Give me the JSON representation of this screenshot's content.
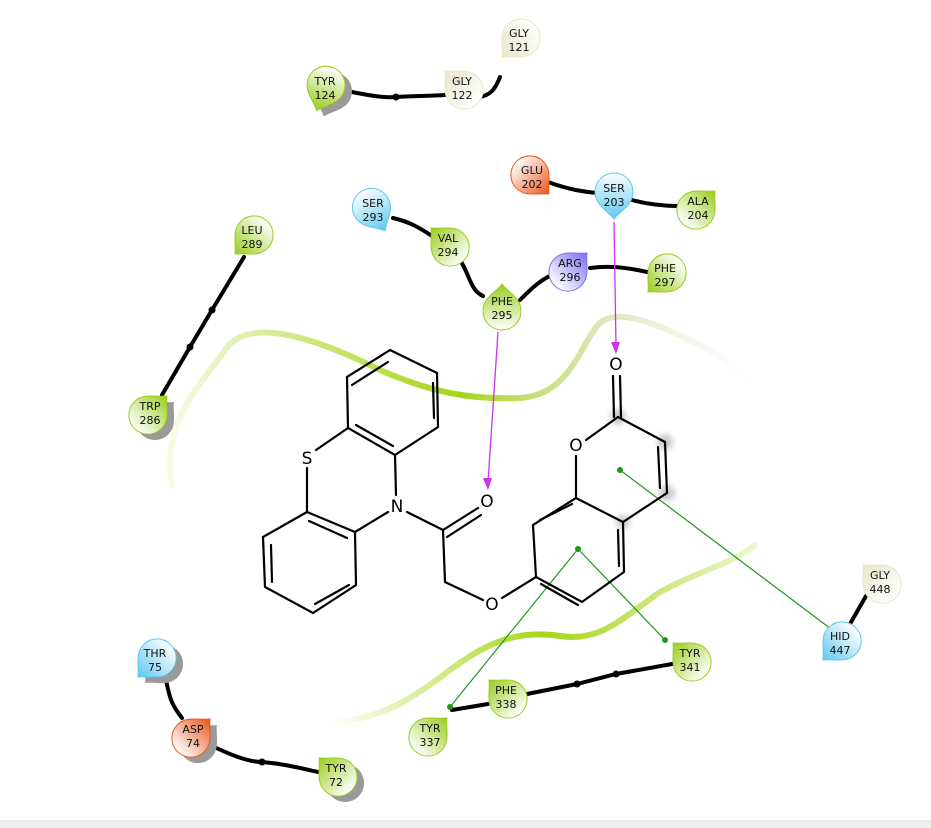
{
  "colors": {
    "hydrophobic": "#9acd1e",
    "polar": "#5fc8ef",
    "negative": "#e8571a",
    "positive": "#7b6ff0",
    "glycine": "#e8e6c8",
    "hbond": "#cc33ee",
    "pi_stacking": "#1a9a1a",
    "pocket": "#a6d61a"
  },
  "residues": [
    {
      "name": "GLY",
      "num": "121",
      "type": "glycine"
    },
    {
      "name": "GLY",
      "num": "122",
      "type": "glycine"
    },
    {
      "name": "TYR",
      "num": "124",
      "type": "hydrophobic"
    },
    {
      "name": "GLU",
      "num": "202",
      "type": "negative"
    },
    {
      "name": "SER",
      "num": "203",
      "type": "polar"
    },
    {
      "name": "ALA",
      "num": "204",
      "type": "hydrophobic"
    },
    {
      "name": "SER",
      "num": "293",
      "type": "polar"
    },
    {
      "name": "VAL",
      "num": "294",
      "type": "hydrophobic"
    },
    {
      "name": "ARG",
      "num": "296",
      "type": "positive"
    },
    {
      "name": "PHE",
      "num": "297",
      "type": "hydrophobic"
    },
    {
      "name": "PHE",
      "num": "295",
      "type": "hydrophobic"
    },
    {
      "name": "LEU",
      "num": "289",
      "type": "hydrophobic"
    },
    {
      "name": "TRP",
      "num": "286",
      "type": "hydrophobic"
    },
    {
      "name": "GLY",
      "num": "448",
      "type": "glycine"
    },
    {
      "name": "HID",
      "num": "447",
      "type": "polar"
    },
    {
      "name": "TYR",
      "num": "341",
      "type": "hydrophobic"
    },
    {
      "name": "PHE",
      "num": "338",
      "type": "hydrophobic"
    },
    {
      "name": "TYR",
      "num": "337",
      "type": "hydrophobic"
    },
    {
      "name": "THR",
      "num": "75",
      "type": "polar"
    },
    {
      "name": "ASP",
      "num": "74",
      "type": "negative"
    },
    {
      "name": "TYR",
      "num": "72",
      "type": "hydrophobic"
    }
  ],
  "ligand": {
    "atoms": {
      "S": "S",
      "N": "N",
      "O_amide": "O",
      "O_ether": "O",
      "O_ring": "O",
      "O_lactone": "O"
    }
  }
}
